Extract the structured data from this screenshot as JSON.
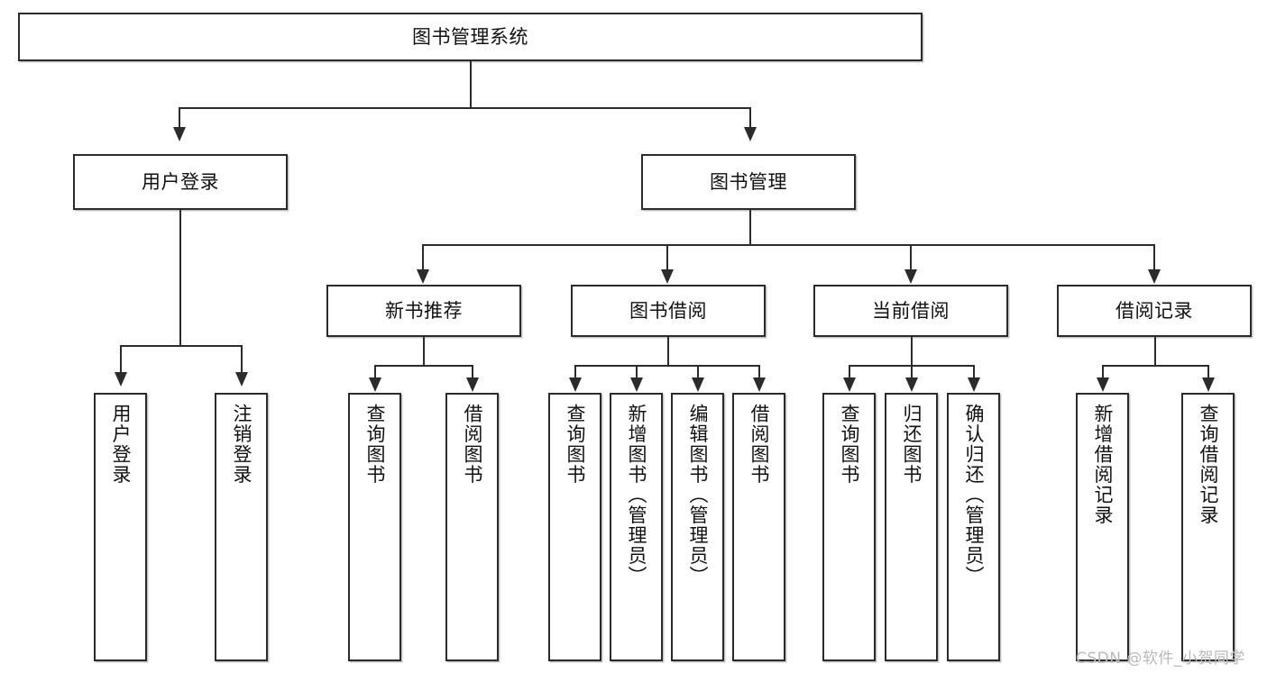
{
  "diagram": {
    "title": "图书管理系统",
    "type": "tree-hierarchy-chart",
    "root": {
      "label": "图书管理系统"
    },
    "level2": [
      {
        "label": "用户登录"
      },
      {
        "label": "图书管理"
      }
    ],
    "level3": [
      {
        "label": "新书推荐"
      },
      {
        "label": "图书借阅"
      },
      {
        "label": "当前借阅"
      },
      {
        "label": "借阅记录"
      }
    ],
    "leaves": {
      "user_login": [
        {
          "label": "用户登录"
        },
        {
          "label": "注销登录"
        }
      ],
      "new_book_recommend": [
        {
          "label": "查询图书"
        },
        {
          "label": "借阅图书"
        }
      ],
      "book_borrow": [
        {
          "label": "查询图书"
        },
        {
          "label": "新增图书（管理员）"
        },
        {
          "label": "编辑图书（管理员）"
        },
        {
          "label": "借阅图书"
        }
      ],
      "current_borrow": [
        {
          "label": "查询图书"
        },
        {
          "label": "归还图书"
        },
        {
          "label": "确认归还（管理员）"
        }
      ],
      "borrow_record": [
        {
          "label": "新增借阅记录"
        },
        {
          "label": "查询借阅记录"
        }
      ]
    }
  },
  "watermark": {
    "text": "CSDN @软件_小贺同学"
  },
  "colors": {
    "stroke": "#2b2b2b",
    "fill": "#ffffff",
    "text": "#111111",
    "watermark": "#b9b9b9"
  }
}
